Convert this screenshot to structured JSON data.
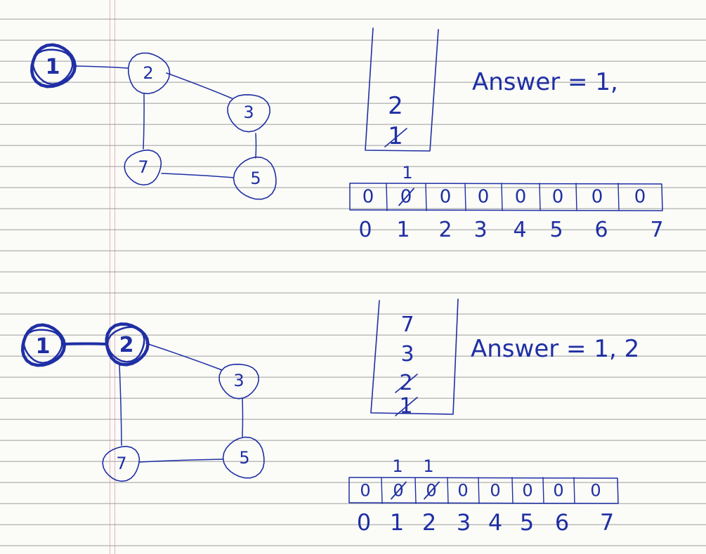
{
  "colors": {
    "ink": "#1f2fa4",
    "margin": "#dc788c",
    "ruling": "#7d7d7d"
  },
  "step1": {
    "nodes": [
      {
        "id": "1",
        "highlighted": true
      },
      {
        "id": "2",
        "highlighted": false
      },
      {
        "id": "3",
        "highlighted": false
      },
      {
        "id": "7",
        "highlighted": false
      },
      {
        "id": "5",
        "highlighted": false
      }
    ],
    "edges": [
      [
        "1",
        "2"
      ],
      [
        "2",
        "3"
      ],
      [
        "2",
        "7"
      ],
      [
        "3",
        "5"
      ],
      [
        "7",
        "5"
      ]
    ],
    "stack": [
      {
        "value": "2",
        "crossed": false
      },
      {
        "value": "1",
        "crossed": true
      }
    ],
    "answer": "Answer = 1,",
    "visited_marks": [
      "1"
    ],
    "visited_array": [
      {
        "value": "0",
        "crossed": false
      },
      {
        "value": "0",
        "crossed": true
      },
      {
        "value": "0",
        "crossed": false
      },
      {
        "value": "0",
        "crossed": false
      },
      {
        "value": "0",
        "crossed": false
      },
      {
        "value": "0",
        "crossed": false
      },
      {
        "value": "0",
        "crossed": false
      },
      {
        "value": "0",
        "crossed": false
      }
    ],
    "indices": [
      "0",
      "1",
      "2",
      "3",
      "4",
      "5",
      "6",
      "7"
    ]
  },
  "step2": {
    "nodes": [
      {
        "id": "1",
        "highlighted": true
      },
      {
        "id": "2",
        "highlighted": true
      },
      {
        "id": "3",
        "highlighted": false
      },
      {
        "id": "7",
        "highlighted": false
      },
      {
        "id": "5",
        "highlighted": false
      }
    ],
    "edges": [
      [
        "1",
        "2"
      ],
      [
        "2",
        "3"
      ],
      [
        "2",
        "7"
      ],
      [
        "3",
        "5"
      ],
      [
        "7",
        "5"
      ]
    ],
    "stack": [
      {
        "value": "7",
        "crossed": false
      },
      {
        "value": "3",
        "crossed": false
      },
      {
        "value": "2",
        "crossed": true
      },
      {
        "value": "1",
        "crossed": true
      }
    ],
    "answer": "Answer = 1, 2",
    "visited_marks": [
      "1",
      "1"
    ],
    "visited_array": [
      {
        "value": "0",
        "crossed": false
      },
      {
        "value": "0",
        "crossed": true
      },
      {
        "value": "0",
        "crossed": true
      },
      {
        "value": "0",
        "crossed": false
      },
      {
        "value": "0",
        "crossed": false
      },
      {
        "value": "0",
        "crossed": false
      },
      {
        "value": "0",
        "crossed": false
      },
      {
        "value": "0",
        "crossed": false
      }
    ],
    "indices": [
      "0",
      "1",
      "2",
      "3",
      "4",
      "5",
      "6",
      "7"
    ]
  }
}
